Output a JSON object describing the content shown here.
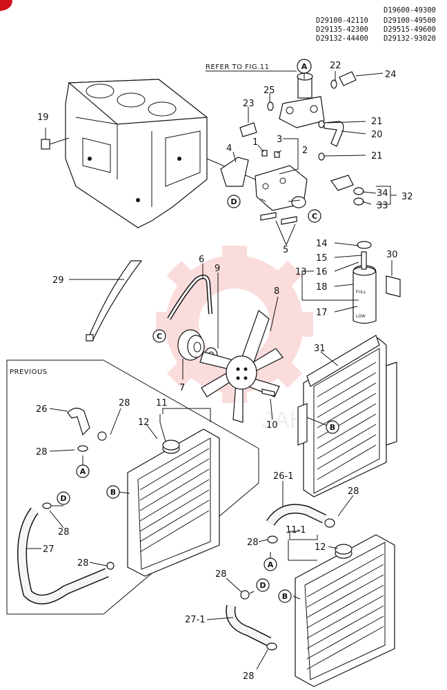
{
  "header": {
    "codes": [
      "D19600-49300",
      "D29100-42110",
      "D29100-49500",
      "D29135-42300",
      "D29515-49600",
      "D29132-44400",
      "D29132-93020"
    ],
    "refer_note": "REFER TO FIG.11",
    "previous_label": "PREVIOUS"
  },
  "watermark": {
    "text": "JAHTEX",
    "color": "#f28b8b"
  },
  "callouts": {
    "n1": "1",
    "n2": "2",
    "n3": "3",
    "n4": "4",
    "n5": "5",
    "n6": "6",
    "n7": "7",
    "n8": "8",
    "n9": "9",
    "n10": "10",
    "n11": "11",
    "n11_1": "11-1",
    "n12a": "12",
    "n12b": "12",
    "n13": "13",
    "n14": "14",
    "n15": "15",
    "n16": "16",
    "n17": "17",
    "n18": "18",
    "n19": "19",
    "n20": "20",
    "n21a": "21",
    "n21b": "21",
    "n22": "22",
    "n23": "23",
    "n24": "24",
    "n25": "25",
    "n26": "26",
    "n26_1": "26-1",
    "n27": "27",
    "n27_1": "27-1",
    "n28a": "28",
    "n28b": "28",
    "n28c": "28",
    "n28d": "28",
    "n28e": "28",
    "n28f": "28",
    "n28g": "28",
    "n28h": "28",
    "n29": "29",
    "n30": "30",
    "n31": "31",
    "n32": "32",
    "n33": "33",
    "n34": "34"
  },
  "refs": {
    "a_top": "A",
    "a_prev": "A",
    "a_new": "A",
    "b_prev": "B",
    "b_frame": "B",
    "b_new": "B",
    "c_pump": "C",
    "c_pulley": "C",
    "d_pump": "D",
    "d_prev": "D",
    "d_new": "D"
  },
  "colors": {
    "brand_corner": "#d0121b",
    "ink": "#111111"
  }
}
